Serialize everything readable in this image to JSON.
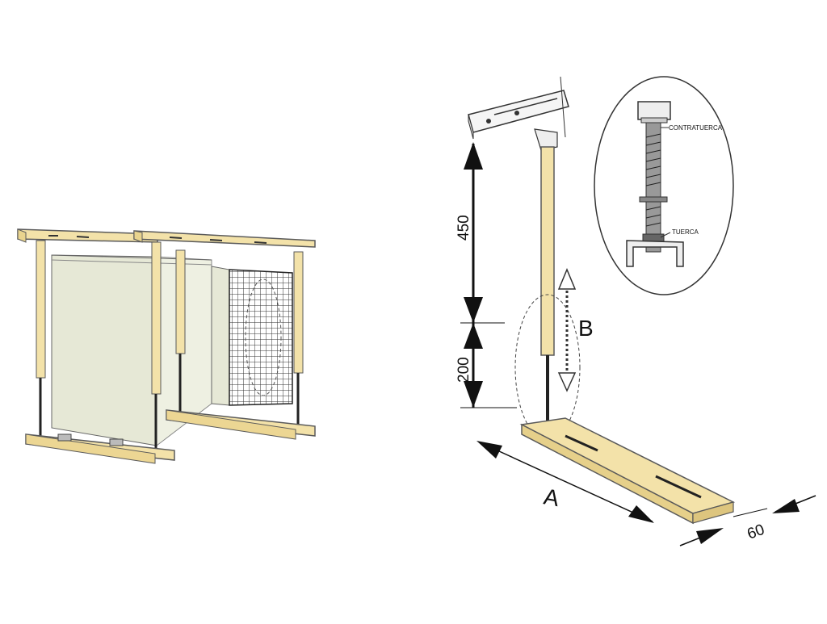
{
  "labels": {
    "dim_450": "450",
    "dim_200": "200",
    "dim_60": "60",
    "letter_a": "A",
    "letter_b": "B",
    "contratuerca": "CONTRATUERCA",
    "tuerca": "TUERCA"
  },
  "colors": {
    "rail": "#f3e2a9",
    "rail_stroke": "#5a5a5a",
    "panel": "#e6e8d6",
    "line": "#222222"
  }
}
